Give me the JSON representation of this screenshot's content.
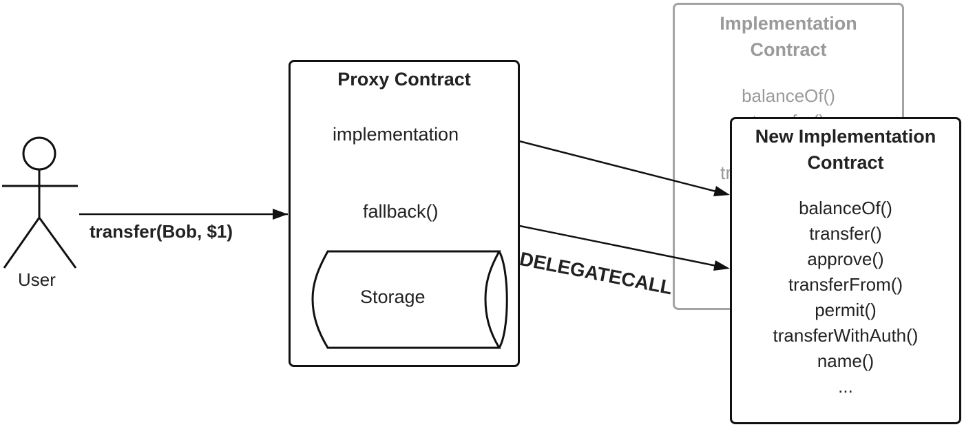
{
  "user": {
    "label": "User"
  },
  "call": {
    "label": "transfer(Bob, $1)"
  },
  "proxy": {
    "title": "Proxy Contract",
    "implementation_label": "implementation",
    "fallback_label": "fallback()",
    "storage_label": "Storage"
  },
  "delegatecall": {
    "label": "DELEGATECALL"
  },
  "old_implementation": {
    "title_line1": "Implementation",
    "title_line2": "Contract",
    "functions": [
      "balanceOf()",
      "transfer()",
      "tr"
    ]
  },
  "new_implementation": {
    "title_line1": "New Implementation",
    "title_line2": "Contract",
    "functions": [
      "balanceOf()",
      "transfer()",
      "approve()",
      "transferFrom()",
      "permit()",
      "transferWithAuth()",
      "name()",
      "..."
    ]
  },
  "colors": {
    "line": "#111111",
    "faded": "#a3a3a3",
    "text": "#222222"
  }
}
